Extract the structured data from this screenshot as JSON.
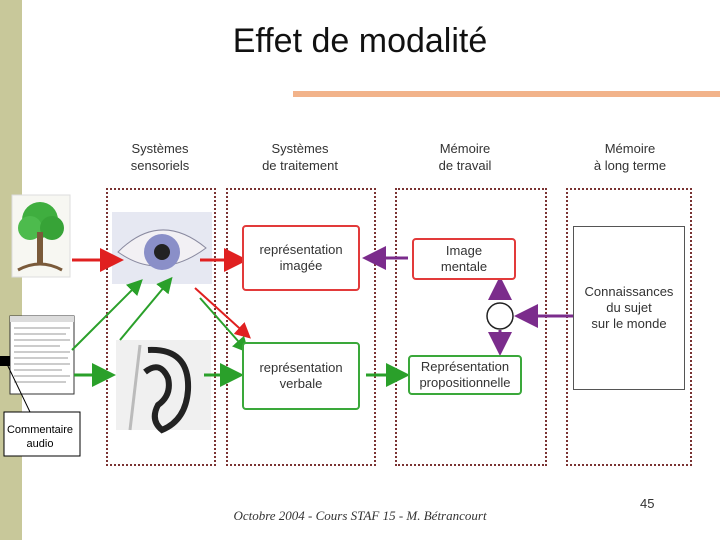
{
  "title": "Effet de modalité",
  "columns": [
    {
      "label": "Systèmes\nsensoriels"
    },
    {
      "label": "Systèmes\nde traitement"
    },
    {
      "label": "Mémoire\nde travail"
    },
    {
      "label": "Mémoire\nà long terme"
    }
  ],
  "boxes": {
    "representation_imagee": "représentation\nimagée",
    "image_mentale": "Image\nmentale",
    "representation_verbale": "représentation\nverbale",
    "representation_propositionnelle": "Représentation\npropositionnelle",
    "connaissances": "Connaissances\ndu sujet\nsur le monde"
  },
  "callout": "Commentaire\naudio",
  "footer": "Octobre 2004 - Cours STAF 15 - M. Bétrancourt",
  "page_number": "45",
  "colors": {
    "red_arrow": "#e02020",
    "green_arrow": "#2aa02a",
    "purple_arrow": "#7b2c8c",
    "accent": "#f2b38a",
    "left_bar": "#c8c89a"
  }
}
